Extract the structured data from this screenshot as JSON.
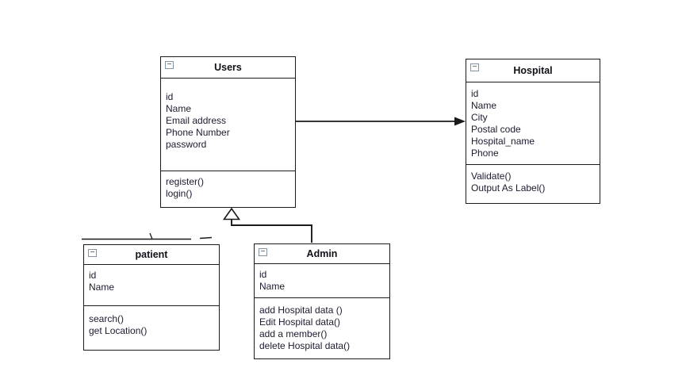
{
  "diagram_type": "uml-class-diagram",
  "icons": {
    "collapse_glyph": "−"
  },
  "colors": {
    "background": "#ffffff",
    "box_border": "#1a1a1a",
    "text": "#1b1b2f",
    "icon_border": "#8494a3",
    "connector": "#1a1a1a"
  },
  "classes": {
    "users": {
      "name": "Users",
      "attributes": [
        "id",
        "Name",
        "Email address",
        "Phone Number",
        "password"
      ],
      "methods": [
        "register()",
        "login()"
      ]
    },
    "hospital": {
      "name": "Hospital",
      "attributes": [
        "id",
        "Name",
        "City",
        "Postal code",
        "Hospital_name",
        "Phone"
      ],
      "methods": [
        "Validate()",
        "Output As Label()"
      ]
    },
    "patient": {
      "name": "patient",
      "attributes": [
        "id",
        "Name"
      ],
      "methods": [
        "search()",
        "get Location()"
      ]
    },
    "admin": {
      "name": "Admin",
      "attributes": [
        "id",
        "Name"
      ],
      "methods": [
        "add Hospital data ()",
        "Edit Hospital data()",
        "add a member()",
        "delete Hospital data()"
      ]
    }
  },
  "relationships": [
    {
      "type": "directed-association",
      "from": "Users",
      "to": "Hospital"
    },
    {
      "type": "generalization",
      "parent": "Users",
      "child": "Admin"
    },
    {
      "type": "generalization",
      "parent": "Users",
      "child": "patient"
    }
  ]
}
